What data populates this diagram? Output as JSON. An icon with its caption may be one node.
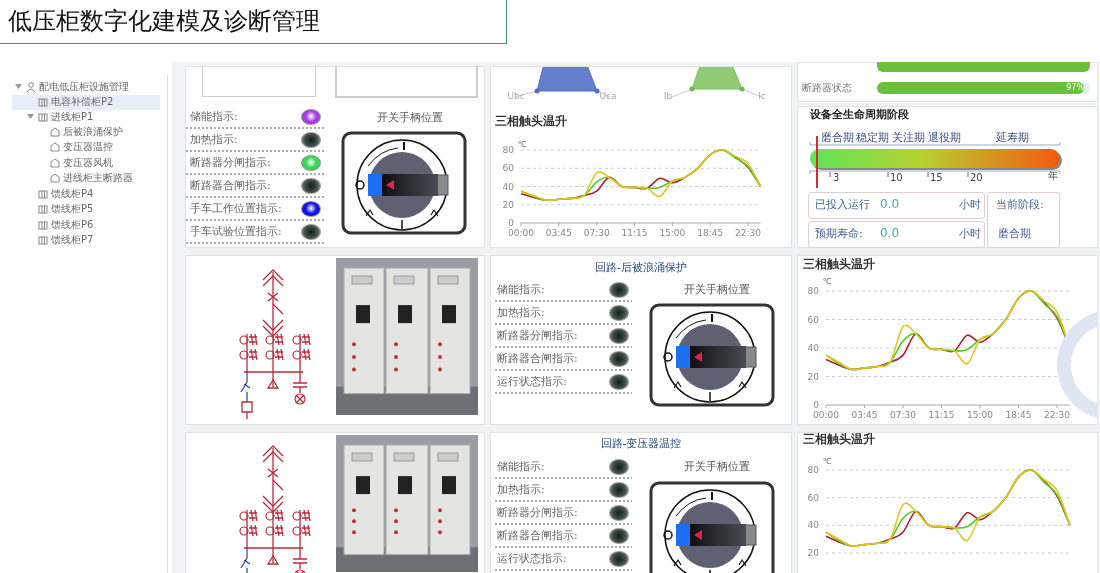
{
  "diagram": {
    "title": "低压柜数字化建模及诊断管理",
    "labels": [
      "配电低压柜设施管理",
      "电容补偿柜P2",
      "进线柜P1",
      "后被浪涌保护",
      "变压器温控",
      "变压器风机",
      "进线柜主断路器",
      "馈线柜P4",
      "馈线柜P5",
      "馈线柜P6",
      "馈线柜P7",
      "储能指示:",
      "加热指示:",
      "断路器分闸指示:",
      "断路器合闸指示:",
      "手车工作位置指示:",
      "手车试验位置指示:",
      "开关手柄位置",
      "Ubc",
      "Uca",
      "Ib",
      "Ic",
      "三相触头温升",
      "℃",
      "80",
      "60",
      "40",
      "20",
      "0",
      "00:00",
      "03:45",
      "07:30",
      "11:15",
      "15:00",
      "18:45",
      "22:30",
      "断路器状态",
      "97%",
      "设备全生命周期阶段",
      "磨合期",
      "稳定期",
      "关注期",
      "退役期",
      "延寿期",
      "3",
      "10",
      "15",
      "20",
      "年",
      "已投入运行",
      "0.0",
      "小时",
      "当前阶段:",
      "预期寿命:",
      "0.0",
      "小时",
      "磨合期",
      "回路-后被浪涌保护",
      "储能指示:",
      "加热指示:",
      "断路器分闸指示:",
      "断路器合闸指示:",
      "运行状态指示:",
      "开关手柄位置",
      "三相触头温升",
      "℃",
      "80",
      "60",
      "40",
      "20",
      "0",
      "00:00",
      "03:45",
      "07:30",
      "11:15",
      "15:00",
      "18:45",
      "22:30",
      "回路-变压器温控",
      "储能指示:",
      "加热指示:",
      "断路器分闸指示:",
      "断路器合闸指示:",
      "运行状态指示:",
      "开关手柄位置",
      "三相触头温升",
      "℃",
      "80",
      "60",
      "40",
      "20"
    ]
  }
}
